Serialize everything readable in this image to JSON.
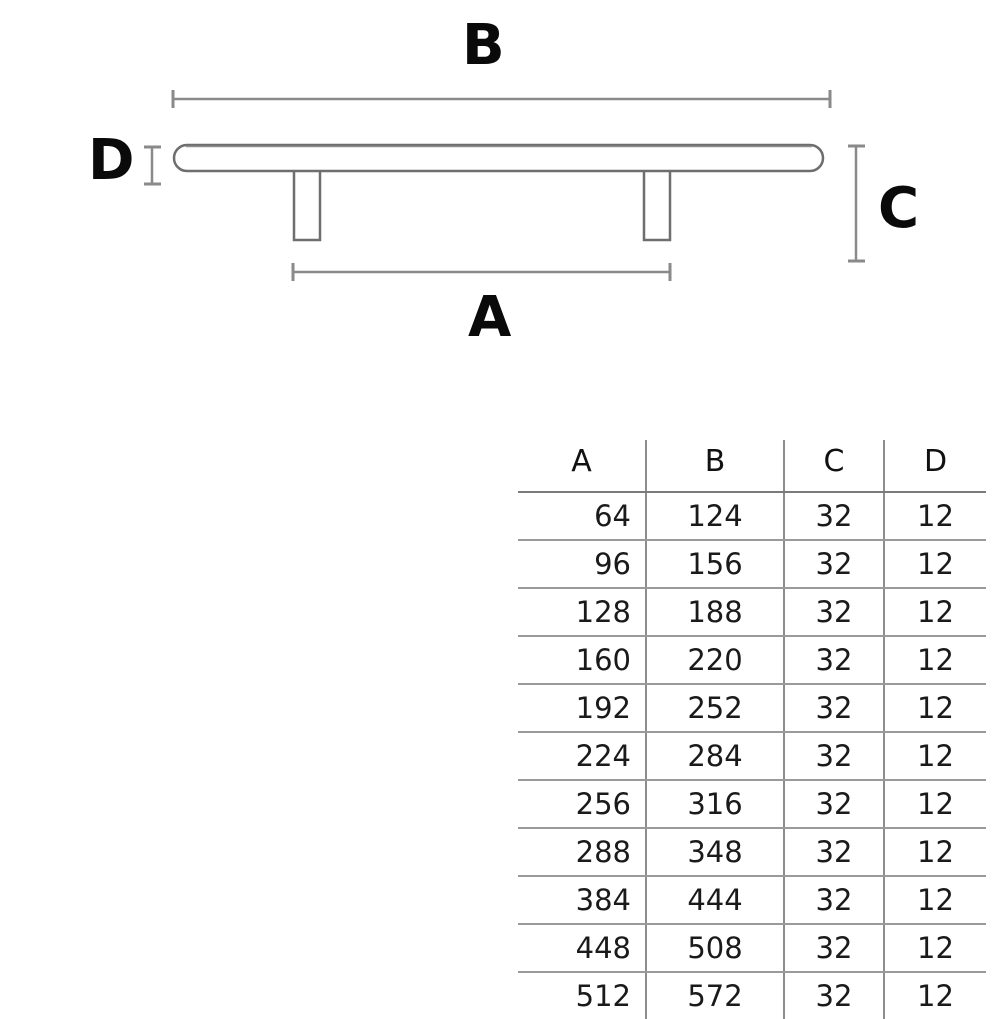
{
  "drawing": {
    "title": "t-bar-handle-dimension-drawing",
    "labels": {
      "a": "A",
      "b": "B",
      "c": "C",
      "d": "D"
    },
    "colors": {
      "outline": "#6e6e6e",
      "dimension_line": "#8a8a8a",
      "label_text": "#0a0a0a"
    }
  },
  "table": {
    "headers": [
      "A",
      "B",
      "C",
      "D"
    ],
    "rows": [
      [
        "64",
        "124",
        "32",
        "12"
      ],
      [
        "96",
        "156",
        "32",
        "12"
      ],
      [
        "128",
        "188",
        "32",
        "12"
      ],
      [
        "160",
        "220",
        "32",
        "12"
      ],
      [
        "192",
        "252",
        "32",
        "12"
      ],
      [
        "224",
        "284",
        "32",
        "12"
      ],
      [
        "256",
        "316",
        "32",
        "12"
      ],
      [
        "288",
        "348",
        "32",
        "12"
      ],
      [
        "384",
        "444",
        "32",
        "12"
      ],
      [
        "448",
        "508",
        "32",
        "12"
      ],
      [
        "512",
        "572",
        "32",
        "12"
      ]
    ]
  },
  "chart_data": {
    "type": "table",
    "title": "",
    "columns": [
      "A",
      "B",
      "C",
      "D"
    ],
    "column_meaning": {
      "A": "center-to-center / post span",
      "B": "overall bar length",
      "C": "overall projection height",
      "D": "bar diameter"
    },
    "rows": [
      {
        "A": 64,
        "B": 124,
        "C": 32,
        "D": 12
      },
      {
        "A": 96,
        "B": 156,
        "C": 32,
        "D": 12
      },
      {
        "A": 128,
        "B": 188,
        "C": 32,
        "D": 12
      },
      {
        "A": 160,
        "B": 220,
        "C": 32,
        "D": 12
      },
      {
        "A": 192,
        "B": 252,
        "C": 32,
        "D": 12
      },
      {
        "A": 224,
        "B": 284,
        "C": 32,
        "D": 12
      },
      {
        "A": 256,
        "B": 316,
        "C": 32,
        "D": 12
      },
      {
        "A": 288,
        "B": 348,
        "C": 32,
        "D": 12
      },
      {
        "A": 384,
        "B": 444,
        "C": 32,
        "D": 12
      },
      {
        "A": 448,
        "B": 508,
        "C": 32,
        "D": 12
      },
      {
        "A": 512,
        "B": 572,
        "C": 32,
        "D": 12
      }
    ]
  }
}
